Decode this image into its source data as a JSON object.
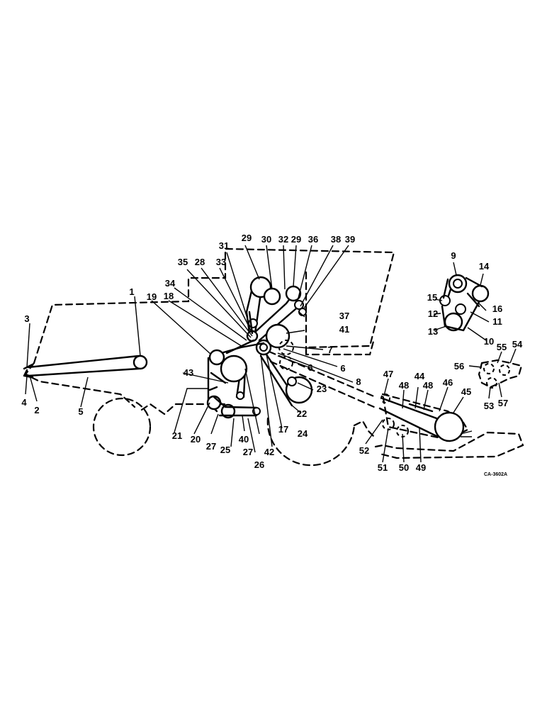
{
  "figure_code": "CA-3602A",
  "callouts": [
    {
      "id": "c1",
      "text": "1"
    },
    {
      "id": "c2",
      "text": "2"
    },
    {
      "id": "c3",
      "text": "3"
    },
    {
      "id": "c4",
      "text": "4"
    },
    {
      "id": "c5",
      "text": "5"
    },
    {
      "id": "c6a",
      "text": "6"
    },
    {
      "id": "c6b",
      "text": "6"
    },
    {
      "id": "c7",
      "text": "7"
    },
    {
      "id": "c8",
      "text": "8"
    },
    {
      "id": "c9",
      "text": "9"
    },
    {
      "id": "c10",
      "text": "10"
    },
    {
      "id": "c11",
      "text": "11"
    },
    {
      "id": "c12",
      "text": "12"
    },
    {
      "id": "c13",
      "text": "13"
    },
    {
      "id": "c14",
      "text": "14"
    },
    {
      "id": "c15",
      "text": "15"
    },
    {
      "id": "c16",
      "text": "16"
    },
    {
      "id": "c17",
      "text": "17"
    },
    {
      "id": "c18",
      "text": "18"
    },
    {
      "id": "c19",
      "text": "19"
    },
    {
      "id": "c20",
      "text": "20"
    },
    {
      "id": "c21",
      "text": "21"
    },
    {
      "id": "c22",
      "text": "22"
    },
    {
      "id": "c23",
      "text": "23"
    },
    {
      "id": "c24",
      "text": "24"
    },
    {
      "id": "c25",
      "text": "25"
    },
    {
      "id": "c26",
      "text": "26"
    },
    {
      "id": "c27a",
      "text": "27"
    },
    {
      "id": "c27b",
      "text": "27"
    },
    {
      "id": "c28",
      "text": "28"
    },
    {
      "id": "c29a",
      "text": "29"
    },
    {
      "id": "c29b",
      "text": "29"
    },
    {
      "id": "c30",
      "text": "30"
    },
    {
      "id": "c31",
      "text": "31"
    },
    {
      "id": "c32",
      "text": "32"
    },
    {
      "id": "c33",
      "text": "33"
    },
    {
      "id": "c34",
      "text": "34"
    },
    {
      "id": "c35",
      "text": "35"
    },
    {
      "id": "c36",
      "text": "36"
    },
    {
      "id": "c37",
      "text": "37"
    },
    {
      "id": "c38",
      "text": "38"
    },
    {
      "id": "c39",
      "text": "39"
    },
    {
      "id": "c40",
      "text": "40"
    },
    {
      "id": "c41",
      "text": "41"
    },
    {
      "id": "c42",
      "text": "42"
    },
    {
      "id": "c43",
      "text": "43"
    },
    {
      "id": "c44",
      "text": "44"
    },
    {
      "id": "c45",
      "text": "45"
    },
    {
      "id": "c46",
      "text": "46"
    },
    {
      "id": "c47",
      "text": "47"
    },
    {
      "id": "c48a",
      "text": "48"
    },
    {
      "id": "c48b",
      "text": "48"
    },
    {
      "id": "c49",
      "text": "49"
    },
    {
      "id": "c50",
      "text": "50"
    },
    {
      "id": "c51",
      "text": "51"
    },
    {
      "id": "c52",
      "text": "52"
    },
    {
      "id": "c53",
      "text": "53"
    },
    {
      "id": "c54",
      "text": "54"
    },
    {
      "id": "c55",
      "text": "55"
    },
    {
      "id": "c56",
      "text": "56"
    },
    {
      "id": "c57",
      "text": "57"
    }
  ]
}
